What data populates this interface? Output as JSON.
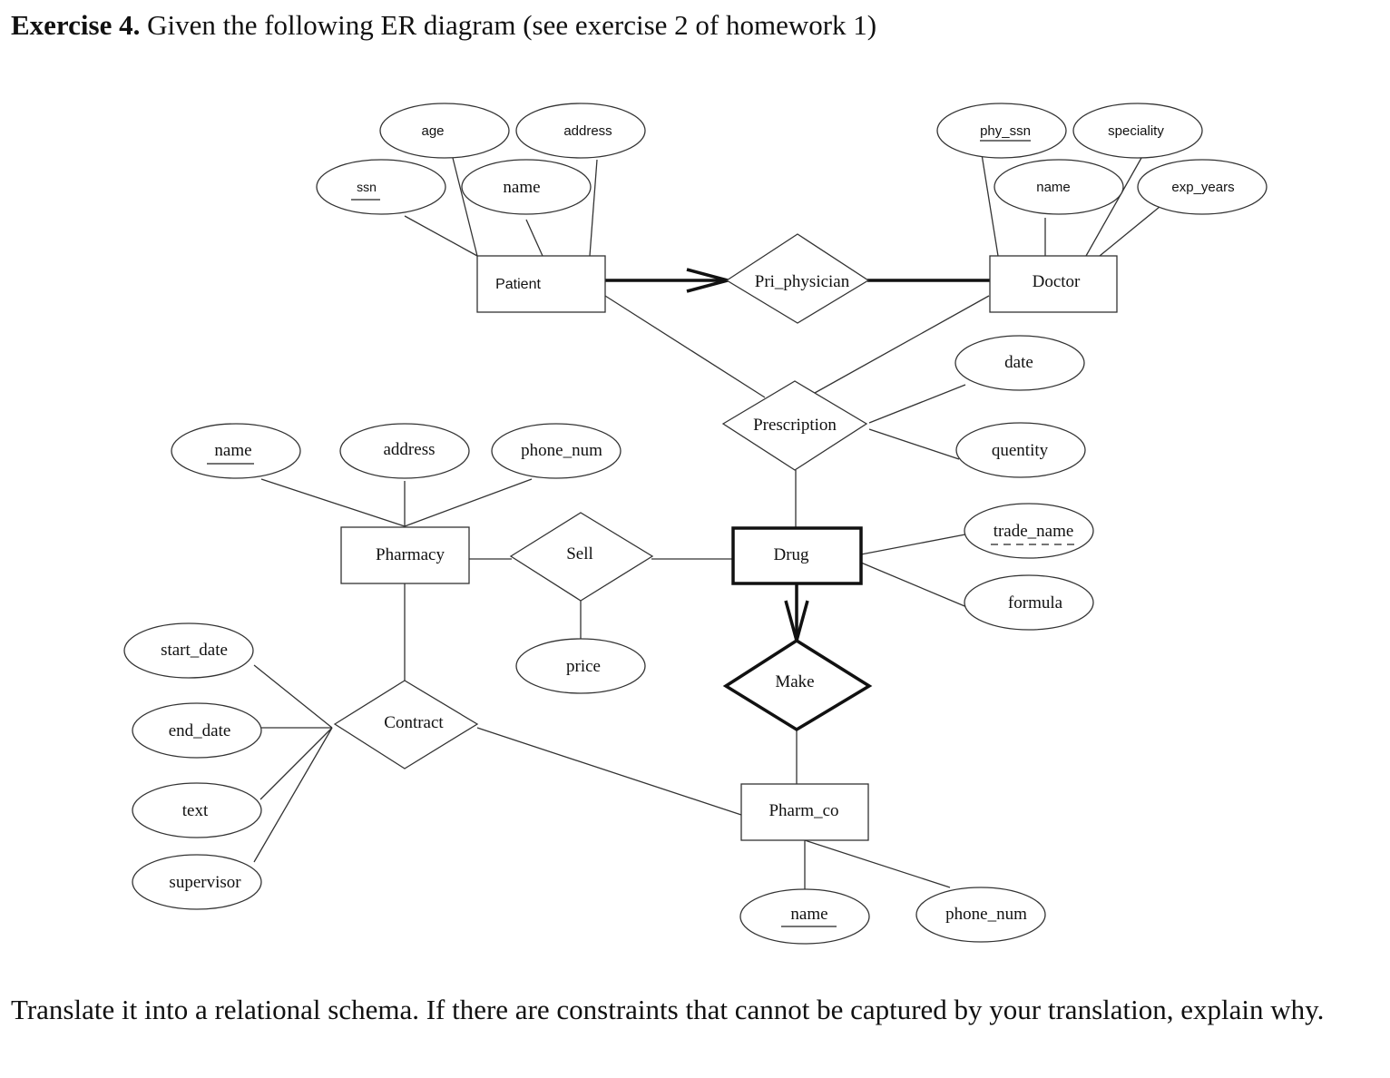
{
  "heading": {
    "label": "Exercise 4.",
    "text": " Given the following ER diagram (see exercise 2 of homework 1)"
  },
  "entities": {
    "patient": "Patient",
    "doctor": "Doctor",
    "pharmacy": "Pharmacy",
    "drug": "Drug",
    "pharm_co": "Pharm_co"
  },
  "relationships": {
    "pri_physician": "Pri_physician",
    "prescription": "Prescription",
    "sell": "Sell",
    "make": "Make",
    "contract": "Contract"
  },
  "attributes": {
    "patient": {
      "ssn": "ssn",
      "age": "age",
      "name": "name",
      "address": "address"
    },
    "doctor": {
      "phy_ssn": "phy_ssn",
      "name": "name",
      "speciality": "speciality",
      "exp_years": "exp_years"
    },
    "prescription": {
      "date": "date",
      "quentity": "quentity"
    },
    "pharmacy": {
      "name": "name",
      "address": "address",
      "phone_num": "phone_num"
    },
    "drug": {
      "trade_name": "trade_name",
      "formula": "formula"
    },
    "sell": {
      "price": "price"
    },
    "contract": {
      "start_date": "start_date",
      "end_date": "end_date",
      "text": "text",
      "supervisor": "supervisor"
    },
    "pharm_co": {
      "name": "name",
      "phone_num": "phone_num"
    }
  },
  "question": "Translate it into a relational schema. If there are constraints that cannot be captured by your translation, explain why."
}
